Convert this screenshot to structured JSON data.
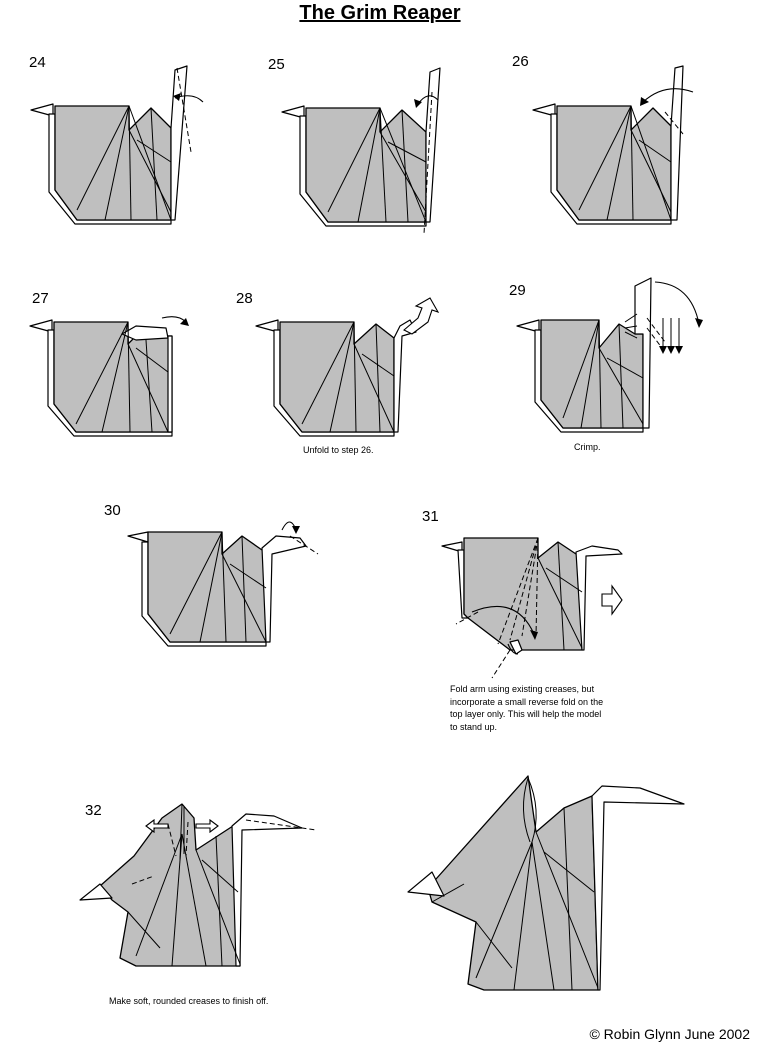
{
  "title": "The Grim Reaper",
  "steps": [
    {
      "number": "24"
    },
    {
      "number": "25"
    },
    {
      "number": "26"
    },
    {
      "number": "27"
    },
    {
      "number": "28",
      "caption": "Unfold to step 26."
    },
    {
      "number": "29",
      "caption": "Crimp."
    },
    {
      "number": "30"
    },
    {
      "number": "31",
      "caption": [
        "Fold arm using existing creases, but",
        "incorporate a small reverse fold on the",
        "top layer only. This will help the model",
        "to stand up."
      ]
    },
    {
      "number": "32",
      "caption": "Make soft, rounded creases to finish off."
    }
  ],
  "copyright": "© Robin Glynn June 2002",
  "colors": {
    "paper": "#bfbfbf",
    "line": "#000000",
    "background": "#ffffff"
  }
}
